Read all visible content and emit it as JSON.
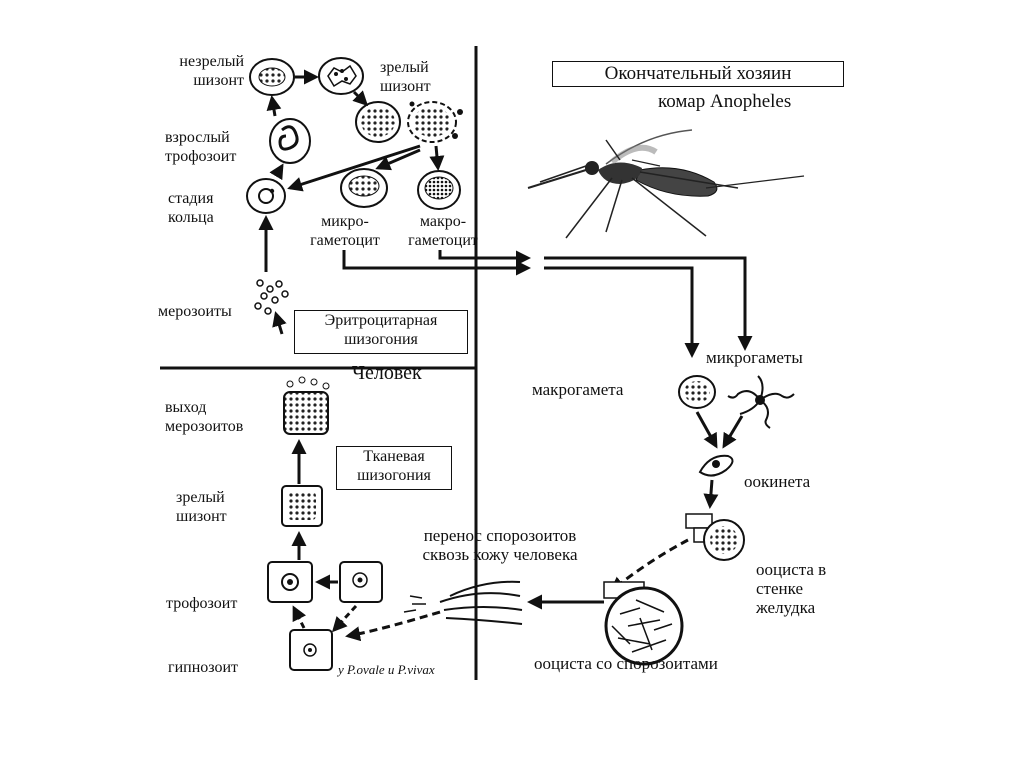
{
  "definitive_host": {
    "title": "Окончательный хозяин",
    "subtitle": "комар Anopheles"
  },
  "human_region": {
    "label": "Человек"
  },
  "boxes": {
    "erythrocytic": [
      "Эритроцитарная",
      "шизогония"
    ],
    "tissue": [
      "Тканевая",
      "шизогония"
    ]
  },
  "erythrocytic_stages": {
    "immature_schizont": [
      "незрелый",
      "шизонт"
    ],
    "mature_schizont": [
      "зрелый",
      "шизонт"
    ],
    "adult_trophozoite": [
      "взрослый",
      "трофозоит"
    ],
    "ring_stage": [
      "стадия",
      "кольца"
    ],
    "micro_gametocyte": [
      "микро-",
      "гаметоцит"
    ],
    "macro_gametocyte": [
      "макро-",
      "гаметоцит"
    ],
    "merozoites": "мерозоиты"
  },
  "tissue_stages": {
    "merozoite_release": [
      "выход",
      "мерозоитов"
    ],
    "mature_schizont": [
      "зрелый",
      "шизонт"
    ],
    "trophozoite": "трофозоит",
    "hypnozoite": "гипнозоит",
    "hypnozoite_note": "у P.ovale и P.vivax"
  },
  "mosquito_stages": {
    "microgametes": "микрогаметы",
    "macrogamete": "макрогамета",
    "ookinete": "оокинета",
    "oocyst_wall": [
      "ооциста в",
      "стенке",
      "желудка"
    ],
    "oocyst_sporozoites": "ооциста со спорозоитами",
    "sporozoite_transfer": [
      "перенос спорозоитов",
      "сквозь кожу человека"
    ]
  }
}
